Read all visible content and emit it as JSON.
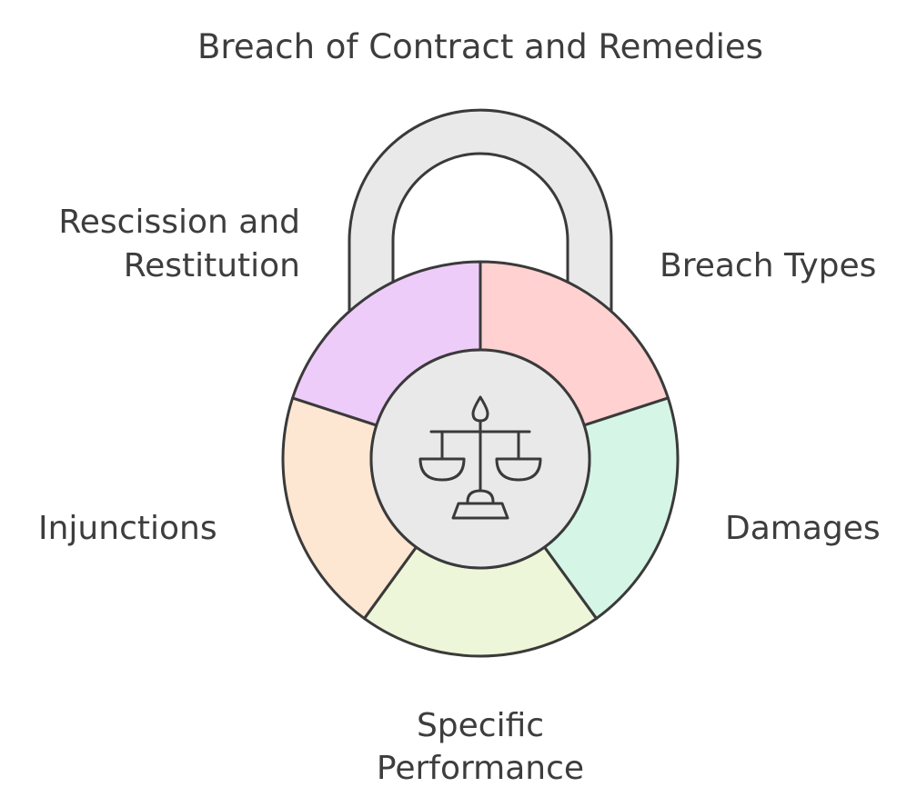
{
  "title": "Breach of Contract and Remedies",
  "center_icon": "scales-of-justice-icon",
  "colors": {
    "outline": "#3a3a3a",
    "shackle": "#e9e9e9",
    "center": "#e9e9e9"
  },
  "segments": [
    {
      "id": "breach-types",
      "lines": [
        "Breach Types"
      ],
      "color": "#ffd1d1"
    },
    {
      "id": "damages",
      "lines": [
        "Damages"
      ],
      "color": "#d5f5e6"
    },
    {
      "id": "specific-performance",
      "lines": [
        "Specific",
        "Performance"
      ],
      "color": "#eef6d9"
    },
    {
      "id": "injunctions",
      "lines": [
        "Injunctions"
      ],
      "color": "#fde6d2"
    },
    {
      "id": "rescission-and-restitution",
      "lines": [
        "Rescission and",
        "Restitution"
      ],
      "color": "#eeccf9"
    }
  ]
}
